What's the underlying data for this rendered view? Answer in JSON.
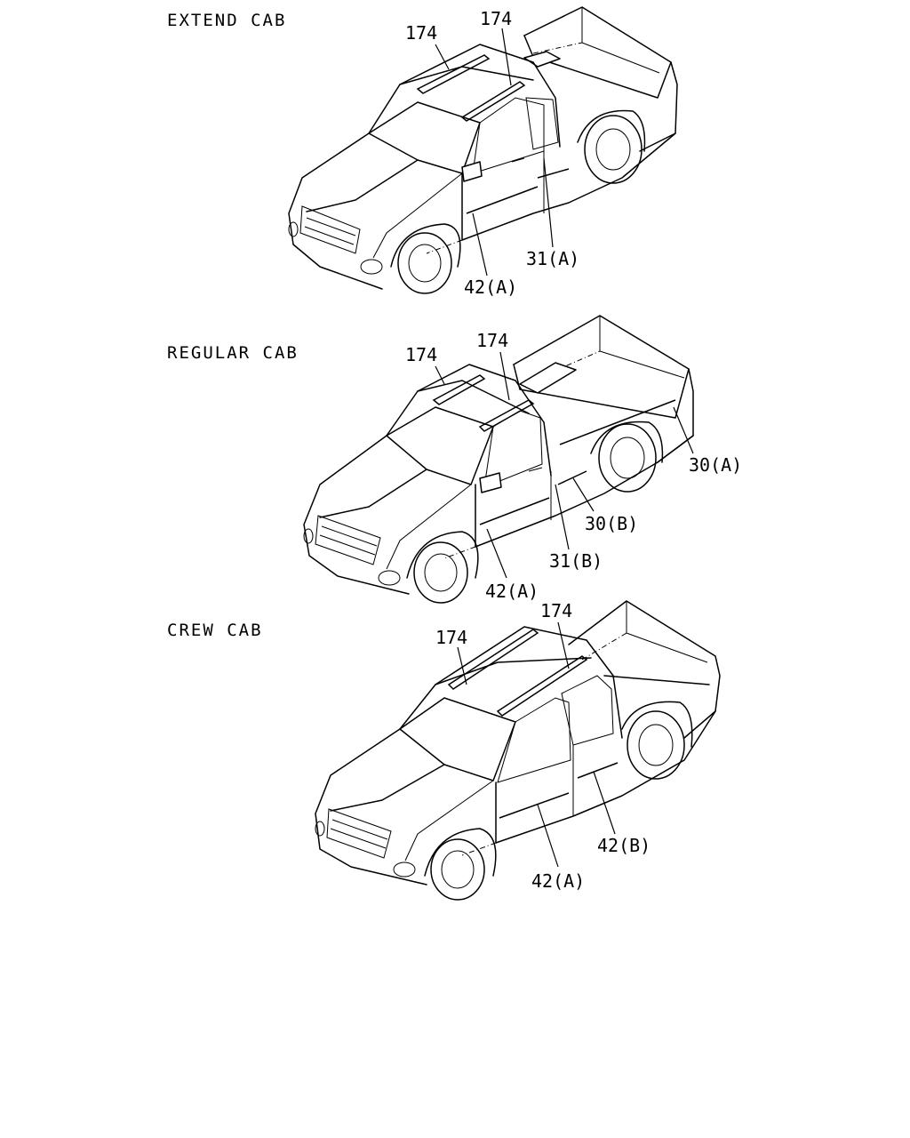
{
  "diagram": {
    "sections": [
      {
        "title": "EXTEND CAB",
        "callouts": [
          "174",
          "174",
          "31(A)",
          "42(A)"
        ]
      },
      {
        "title": "REGULAR CAB",
        "callouts": [
          "174",
          "174",
          "30(A)",
          "30(B)",
          "31(B)",
          "42(A)"
        ]
      },
      {
        "title": "CREW CAB",
        "callouts": [
          "174",
          "174",
          "42(B)",
          "42(A)"
        ]
      }
    ]
  }
}
